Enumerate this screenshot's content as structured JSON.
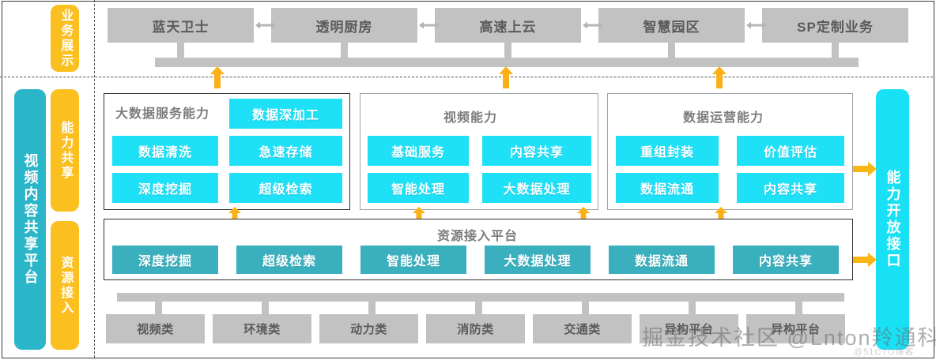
{
  "colors": {
    "cyan_bright": "#1ee0f7",
    "cyan_rail": "#2bb5c8",
    "teal_chip": "#3aafbd",
    "yellow": "#fbbf1f",
    "grey_box": "#c2c2c2",
    "grey_text": "#5a5a5a",
    "panel_title": "#7c7c7c"
  },
  "rails": {
    "business_label": "业务展示",
    "platform_label": "视频内容共享平台",
    "capability_share_label": "能力共享",
    "resource_access_label": "资源接入",
    "open_interface_label": "能力开放接口"
  },
  "business_row": {
    "items": [
      {
        "label": "蓝天卫士"
      },
      {
        "label": "透明厨房"
      },
      {
        "label": "高速上云"
      },
      {
        "label": "智慧园区"
      },
      {
        "label": "SP定制业务"
      }
    ],
    "connector_icon": "double-arrow-icon"
  },
  "capability_groups": [
    {
      "title": "大数据服务能力",
      "chips": [
        "数据深加工",
        "数据清洗",
        "急速存储",
        "深度挖掘",
        "超级检索"
      ]
    },
    {
      "title": "视频能力",
      "chips": [
        "基础服务",
        "内容共享",
        "智能处理",
        "大数据处理"
      ]
    },
    {
      "title": "数据运营能力",
      "chips": [
        "重组封装",
        "价值评估",
        "数据流通",
        "内容共享"
      ]
    }
  ],
  "resource_platform": {
    "title": "资源接入平台",
    "chips": [
      "深度挖掘",
      "超级检索",
      "智能处理",
      "大数据处理",
      "数据流通",
      "内容共享"
    ]
  },
  "device_row": {
    "items": [
      {
        "label": "视频类"
      },
      {
        "label": "环境类"
      },
      {
        "label": "动力类"
      },
      {
        "label": "消防类"
      },
      {
        "label": "交通类"
      },
      {
        "label": "异构平台"
      },
      {
        "label": "异构平台"
      }
    ]
  },
  "arrows": {
    "up_icon": "up-arrow-icon",
    "right_icon": "right-arrow-icon",
    "count_up_to_business": 3,
    "count_up_to_capability": 4,
    "count_right_to_interface": 2
  },
  "watermark": {
    "text": "掘金技术社区 @Lnton羚通科技",
    "sub": "@51CTO博客"
  }
}
